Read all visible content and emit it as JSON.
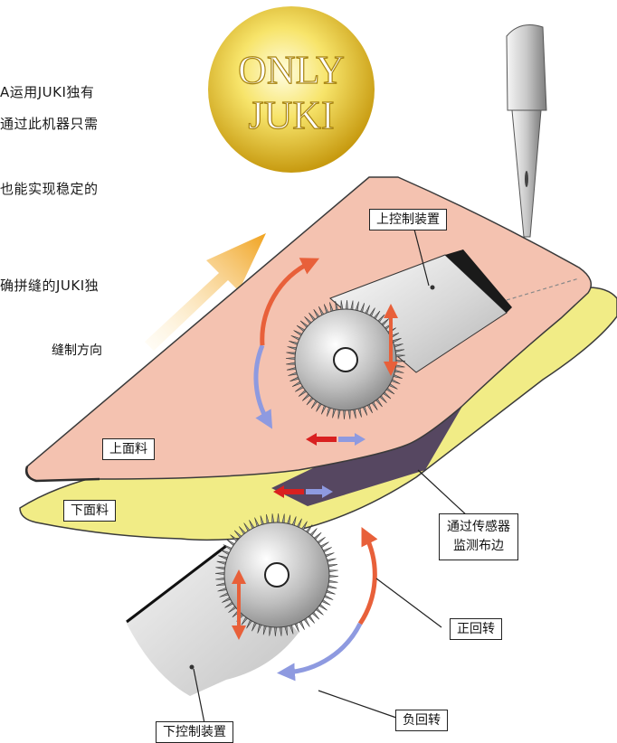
{
  "badge": {
    "line1": "ONLY",
    "line2": "JUKI"
  },
  "intro": {
    "line1": "A运用JUKI独有",
    "line2": "通过此机器只需",
    "line3": "也能实现稳定的",
    "line4": "确拼缝的JUKI独"
  },
  "labels": {
    "sewing_direction": "缝制方向",
    "upper_control": "上控制装置",
    "upper_fabric": "上面料",
    "lower_fabric": "下面料",
    "sensor": "通过传感器\n监测布边",
    "forward_rotation": "正回转",
    "reverse_rotation": "负回转",
    "lower_control": "下控制装置"
  },
  "colors": {
    "upper_fabric": "#f4c2b0",
    "lower_fabric": "#f1ec86",
    "gold": "#e6c21c",
    "forward_arrow": "#e8603a",
    "reverse_arrow": "#8e9ae0",
    "direction_arrow": "#f0b23a"
  }
}
